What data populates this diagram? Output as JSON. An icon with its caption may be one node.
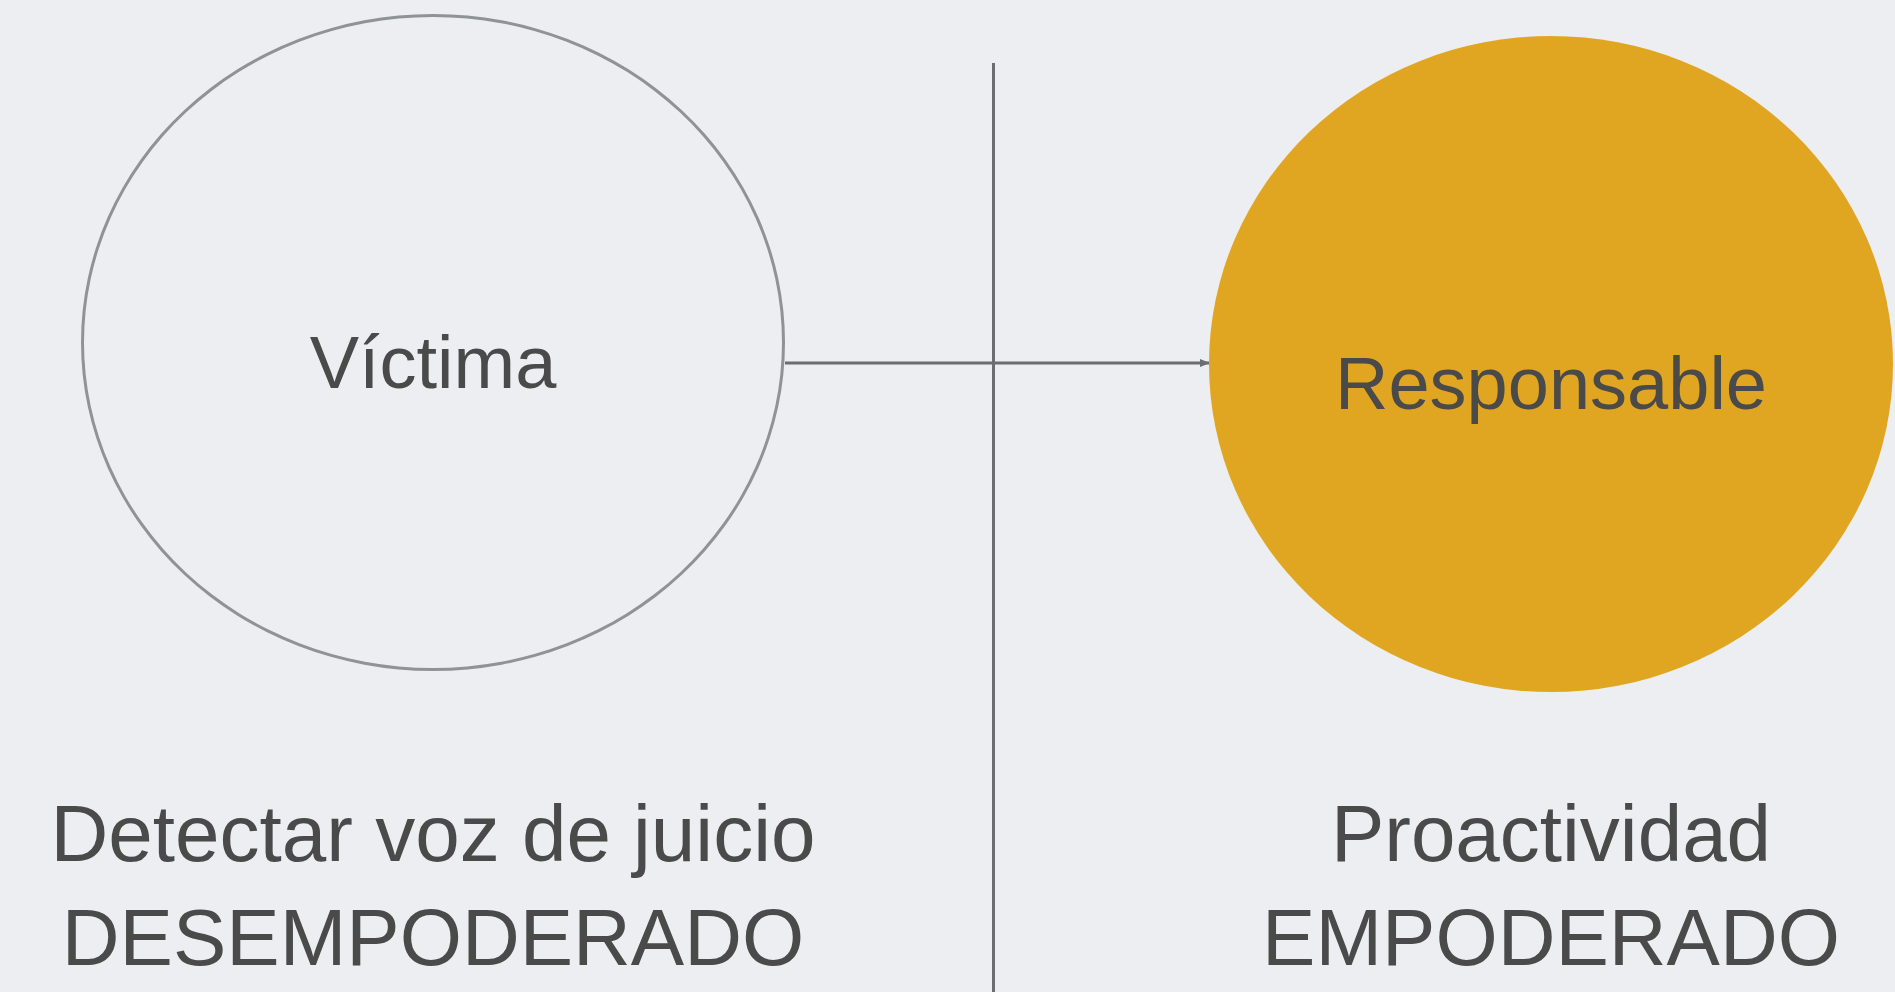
{
  "diagram": {
    "nodes": [
      {
        "text": [
          "Víctima"
        ],
        "beside": [
          "Detectar voz de juicio",
          "DESEMPODERADO"
        ]
      },
      {
        "text": [
          "Responsable"
        ],
        "beside": [
          "Proactividad",
          "EMPODERADO"
        ]
      }
    ],
    "edges": [
      {
        "from": 0,
        "to": 1,
        "arrow": "to"
      }
    ]
  }
}
